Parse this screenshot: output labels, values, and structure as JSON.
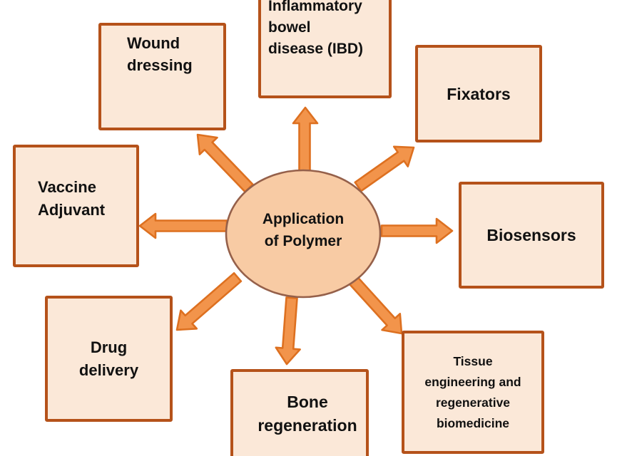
{
  "diagram": {
    "title": "Application of Polymer",
    "center": {
      "label": "Application\nof Polymer"
    },
    "nodes": [
      {
        "id": "wound-dressing",
        "label": "Wound\ndressing"
      },
      {
        "id": "inflammatory-bowel-disease",
        "label": "Inflammatory\nbowel\ndisease (IBD)"
      },
      {
        "id": "fixators",
        "label": "Fixators"
      },
      {
        "id": "biosensors",
        "label": "Biosensors"
      },
      {
        "id": "tissue-engineering",
        "label": "Tissue\nengineering and\nregenerative\nbiomedicine"
      },
      {
        "id": "bone-regeneration",
        "label": "Bone\nregeneration"
      },
      {
        "id": "drug-delivery",
        "label": "Drug\ndelivery"
      },
      {
        "id": "vaccine-adjuvant",
        "label": "Vaccine\nAdjuvant"
      }
    ],
    "colors": {
      "background": "#FFFFFF",
      "box_fill": "#FBE8D8",
      "box_border": "#B5521A",
      "ellipse_fill": "#F8CBA4",
      "ellipse_stroke": "#95604A",
      "arrow_fill": "#F2944B",
      "arrow_stroke": "#DD7020",
      "text": "#111111"
    }
  }
}
